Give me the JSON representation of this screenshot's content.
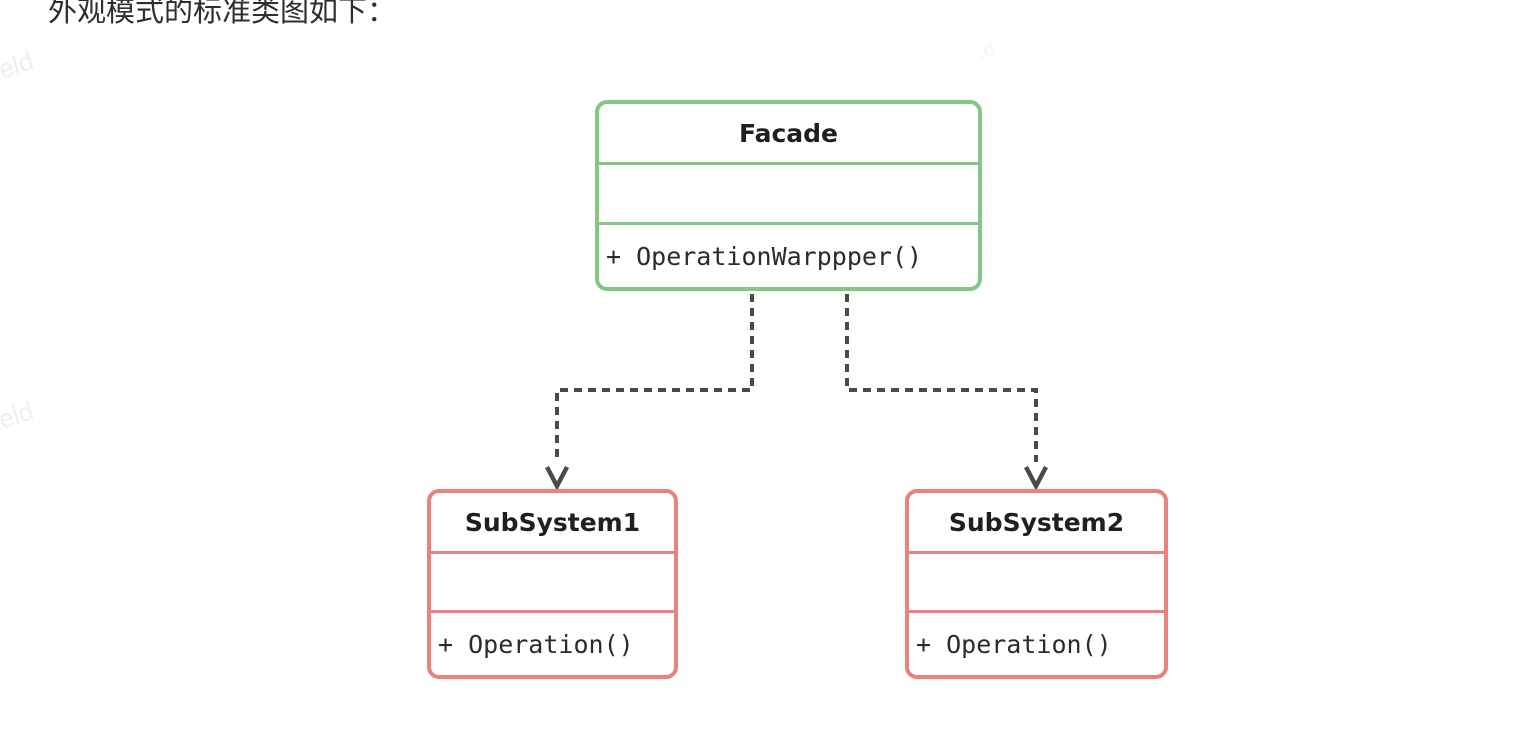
{
  "page": {
    "heading": "外观模式的标准类图如下："
  },
  "watermarks": {
    "left_top": "celd",
    "left_middle": "celd",
    "top_right": ".d"
  },
  "diagram": {
    "type": "uml-class-diagram",
    "pattern": "Facade",
    "colors": {
      "facade_border": "#85c685",
      "subsystem_border": "#e8827f",
      "connector": "#4a4a4a",
      "class_name_text": "#1f1f1f",
      "method_text": "#2b2b2b"
    },
    "facade": {
      "name": "Facade",
      "attributes_text": "",
      "method_text": "+ OperationWarppper()"
    },
    "subsystem1": {
      "name": "SubSystem1",
      "attributes_text": "",
      "method_text": "+ Operation()"
    },
    "subsystem2": {
      "name": "SubSystem2",
      "attributes_text": "",
      "method_text": "+ Operation()"
    },
    "relations": [
      {
        "from": "Facade",
        "to": "SubSystem1",
        "style": "dashed-arrow"
      },
      {
        "from": "Facade",
        "to": "SubSystem2",
        "style": "dashed-arrow"
      }
    ]
  }
}
